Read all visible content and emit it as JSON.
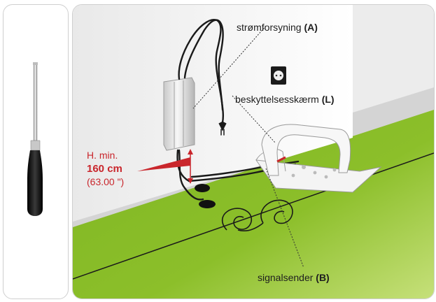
{
  "labels": {
    "power_supply": {
      "text": "strømforsyning",
      "ref": "(A)"
    },
    "protective_shield": {
      "text": "beskyttelsesskærm",
      "ref": "(L)"
    },
    "signal_sender": {
      "text": "signalsender",
      "ref": "(B)"
    },
    "height": {
      "line1": "H. min.",
      "line2": "160 cm",
      "line3": "(63.00 \")"
    }
  },
  "colors": {
    "grass": "#8cbf2a",
    "wall": "#f2f2f2",
    "accent_red": "#c9262c",
    "handle": "#1a1a1a"
  },
  "icons": [
    "screwdriver-icon",
    "power-supply-icon",
    "wall-socket-icon",
    "charging-station-icon",
    "cable-icon",
    "height-arrow-icon"
  ]
}
